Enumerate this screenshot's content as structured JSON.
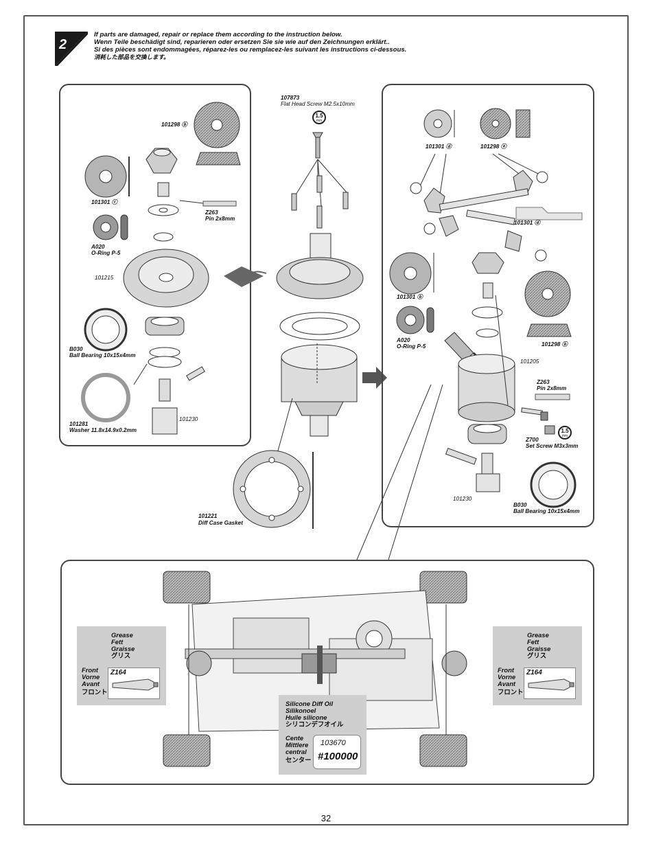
{
  "step": {
    "number": "2"
  },
  "instructions": [
    "If parts are damaged, repair or replace them according to the instruction below.",
    "Wenn Teile beschädigt sind, reparieren oder ersetzen Sie sie wie auf den Zeichnungen erklärt..",
    "Si des pièces sont endommagées, réparez-les ou remplacez-les suivant les instructions ci-dessous.",
    "消耗した部品を交換します。"
  ],
  "left_panel": {
    "gear_cover": "101298 ⓑ",
    "washer_top": "101301 ⓒ",
    "pin": "Z263",
    "pin_desc": "Pin 2x8mm",
    "oring": "A020",
    "oring_desc": "O-Ring P-5",
    "ring_gear": "101215",
    "bearing": "B030",
    "bearing_desc": "Ball Bearing 10x15x4mm",
    "washer": "101281",
    "washer_desc": "Washer 11.8x14.9x0.2mm",
    "cup": "101230"
  },
  "center": {
    "screw": "107873",
    "screw_desc": "Flat Head Screw M2.5x10mm",
    "hex_size": "1.5",
    "hex_unit": "mm",
    "gasket": "101221",
    "gasket_desc": "Diff Case Gasket"
  },
  "right_panel": {
    "washer_top": "101301 ⓓ",
    "gear_top": "101298 ⓔ",
    "washer_mid": "101301 ⓓ",
    "washer_big": "101301 ⓑ",
    "oring": "A020",
    "oring_desc": "O-Ring P-5",
    "gear_cover": "101298 ⓑ",
    "case": "101205",
    "pin": "Z263",
    "pin_desc": "Pin 2x8mm",
    "set_screw": "Z700",
    "set_screw_desc": "Set Screw M3x3mm",
    "hex_size": "1.5",
    "hex_unit": "mm",
    "cup": "101230",
    "bearing": "B030",
    "bearing_desc": "Ball Bearing 10x15x4mm"
  },
  "bottom": {
    "left_callout": {
      "grease": [
        "Grease",
        "Fett",
        "Graisse",
        "グリス"
      ],
      "position": [
        "Front",
        "Vorne",
        "Avant",
        "フロント"
      ],
      "part": "Z164"
    },
    "right_callout": {
      "grease": [
        "Grease",
        "Fett",
        "Graisse",
        "グリス"
      ],
      "position": [
        "Front",
        "Vorne",
        "Avant",
        "フロント"
      ],
      "part": "Z164"
    },
    "center_callout": {
      "oil": [
        "Silicone Diff Oil",
        "Silikonoel",
        "Huile silicone",
        "シリコンデフオイル"
      ],
      "position": [
        "Cente",
        "Mittlere",
        "central",
        "センター"
      ],
      "part": "103670",
      "weight": "#100000"
    }
  },
  "page_number": "32"
}
